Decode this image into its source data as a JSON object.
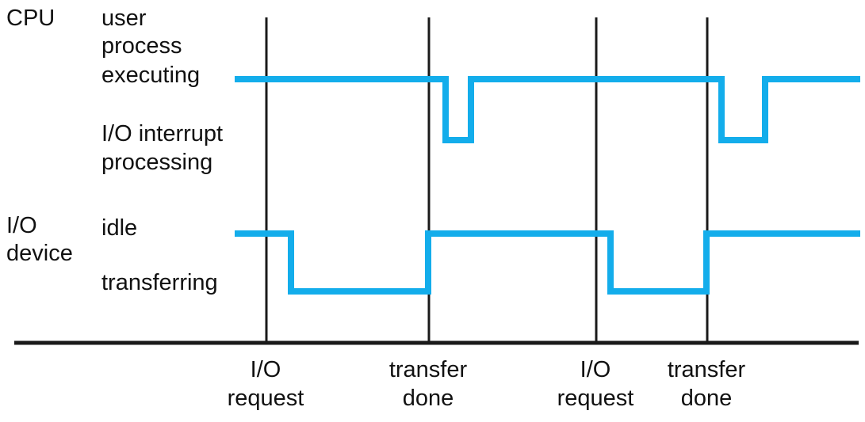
{
  "figure": {
    "kind": "timing-diagram",
    "background": "#ffffff",
    "line_color_signal": "#13ADEB",
    "line_color_axis": "#1a1a1a"
  },
  "row_groups": [
    {
      "id": "cpu",
      "label": "CPU"
    },
    {
      "id": "io",
      "label": "I/O\ndevice"
    }
  ],
  "labels": {
    "cpu_group": "CPU",
    "io_group_line1": "I/O",
    "io_group_line2": "device",
    "cpu_state_high_line1": "user",
    "cpu_state_high_line2": "process",
    "cpu_state_high_line3": "executing",
    "cpu_state_low_line1": "I/O interrupt",
    "cpu_state_low_line2": "processing",
    "io_state_high": "idle",
    "io_state_low": "transferring"
  },
  "events": [
    {
      "index": 0,
      "x": 335,
      "line1": "I/O",
      "line2": "request"
    },
    {
      "index": 1,
      "x": 540,
      "line1": "transfer",
      "line2": "done"
    },
    {
      "index": 2,
      "x": 751,
      "line1": "I/O",
      "line2": "request"
    },
    {
      "index": 3,
      "x": 891,
      "line1": "transfer",
      "line2": "done"
    }
  ],
  "chart_data": {
    "type": "line",
    "title": "",
    "xlabel": "",
    "ylabel": "",
    "grid": false,
    "legend": "none",
    "xlim": [
      18,
      1085
    ],
    "axis_y": 433,
    "event_markers_x": [
      335,
      540,
      751,
      891
    ],
    "series": [
      {
        "name": "CPU",
        "states": [
          "user process executing",
          "I/O interrupt processing"
        ],
        "y_high": 100,
        "y_low": 177,
        "points": [
          [
            296,
            100
          ],
          [
            562,
            100
          ],
          [
            562,
            177
          ],
          [
            594,
            177
          ],
          [
            594,
            100
          ],
          [
            910,
            100
          ],
          [
            910,
            177
          ],
          [
            965,
            177
          ],
          [
            965,
            100
          ],
          [
            1085,
            100
          ]
        ]
      },
      {
        "name": "I/O device",
        "states": [
          "idle",
          "transferring"
        ],
        "y_high": 295,
        "y_low": 368,
        "points": [
          [
            296,
            295
          ],
          [
            367,
            295
          ],
          [
            367,
            368
          ],
          [
            540,
            368
          ],
          [
            540,
            295
          ],
          [
            770,
            295
          ],
          [
            770,
            368
          ],
          [
            891,
            368
          ],
          [
            891,
            295
          ],
          [
            1085,
            295
          ]
        ]
      }
    ]
  }
}
